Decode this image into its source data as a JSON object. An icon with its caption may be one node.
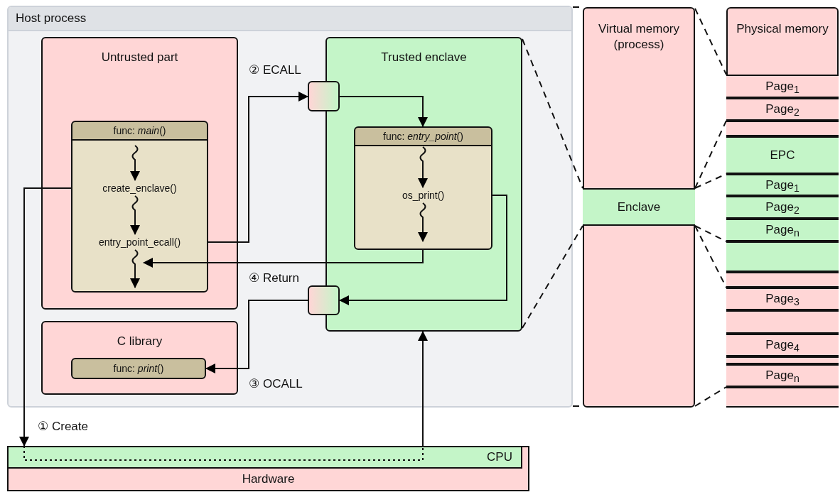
{
  "diagram": {
    "nodes": [
      {
        "text": [
          "Host process"
        ]
      },
      {
        "text": [
          "Untrusted part"
        ],
        "in": 0
      },
      {
        "text": [
          "func: *main*()"
        ],
        "in": 1
      },
      {
        "text": [
          "create_enclave()"
        ],
        "in": 2
      },
      {
        "text": [
          "entry_point_ecall()"
        ],
        "in": 2
      },
      {
        "text": [
          "C library"
        ],
        "in": 0
      },
      {
        "text": [
          "func: *print*()"
        ],
        "in": 5
      },
      {
        "text": [
          "Trusted enclave"
        ],
        "in": 0
      },
      {
        "text": [],
        "shape": "box",
        "in": 0
      },
      {
        "text": [
          "func: *entry_point*()"
        ],
        "in": 7
      },
      {
        "text": [
          "os_print()"
        ],
        "in": 9
      },
      {
        "text": [],
        "shape": "box",
        "in": 0
      },
      {
        "text": [
          "Hardware"
        ]
      },
      {
        "text": [
          "CPU"
        ],
        "in": 12
      },
      {
        "text": [
          "Virtual memory (process)"
        ]
      },
      {
        "text": [
          "Enclave"
        ],
        "in": 14
      },
      {
        "text": [
          "Physical memory"
        ]
      },
      {
        "text": [
          "Page$_{1}$"
        ],
        "in": 16
      },
      {
        "text": [
          "Page$_{2}$"
        ],
        "in": 16
      },
      {
        "text": [],
        "shape": "box",
        "in": 16
      },
      {
        "text": [
          "EPC"
        ],
        "in": 16
      },
      {
        "text": [
          "Page$_{1}$"
        ],
        "in": 16
      },
      {
        "text": [
          "Page$_{2}$"
        ],
        "in": 16
      },
      {
        "text": [
          "Page$_{n}$"
        ],
        "in": 16
      },
      {
        "text": [],
        "shape": "box",
        "in": 16
      },
      {
        "text": [],
        "shape": "box",
        "in": 16
      },
      {
        "text": [
          "Page$_{3}$"
        ],
        "in": 16
      },
      {
        "text": [],
        "shape": "box",
        "in": 16
      },
      {
        "text": [
          "Page$_{4}$"
        ],
        "in": 16
      },
      {
        "text": [],
        "shape": "box",
        "in": 16
      },
      {
        "text": [
          "Page$_{n}$"
        ],
        "in": 16
      },
      {
        "text": [],
        "shape": "box",
        "in": 16
      }
    ],
    "edges": [
      {
        "from": 3,
        "to": 13,
        "arrow": "to",
        "label": "① Create"
      },
      {
        "from": 4,
        "to": 8,
        "arrow": "to",
        "label": "② ECALL"
      },
      {
        "from": 8,
        "to": 9,
        "arrow": "to"
      },
      {
        "from": 10,
        "to": 11,
        "arrow": "to"
      },
      {
        "from": 11,
        "to": 6,
        "arrow": "to",
        "label": "③ OCALL"
      },
      {
        "from": 9,
        "to": 4,
        "arrow": "to",
        "label": "④ Return"
      },
      {
        "from": 13,
        "to": 7,
        "arrow": "to"
      },
      {
        "from": null,
        "to": 3,
        "arrow": "to"
      },
      {
        "from": 3,
        "to": 4,
        "arrow": "to"
      },
      {
        "from": 4,
        "to": null,
        "arrow": "to"
      },
      {
        "from": null,
        "to": 10,
        "arrow": "to"
      },
      {
        "from": 10,
        "to": null,
        "arrow": "to"
      },
      {
        "from": 0,
        "to": 14,
        "arrow": "none",
        "style": "dashed"
      },
      {
        "from": 0,
        "to": 14,
        "arrow": "none",
        "style": "dashed"
      },
      {
        "from": 7,
        "to": 15,
        "arrow": "none",
        "style": "dashed"
      },
      {
        "from": 7,
        "to": 15,
        "arrow": "none",
        "style": "dashed"
      },
      {
        "from": 14,
        "to": 17,
        "arrow": "none",
        "style": "dashed"
      },
      {
        "from": 14,
        "to": 31,
        "arrow": "none",
        "style": "dashed"
      },
      {
        "from": 15,
        "to": 19,
        "arrow": "none",
        "style": "dashed"
      },
      {
        "from": 15,
        "to": 21,
        "arrow": "none",
        "style": "dashed"
      },
      {
        "from": 15,
        "to": 24,
        "arrow": "none",
        "style": "dashed"
      },
      {
        "from": 15,
        "to": 26,
        "arrow": "none",
        "style": "dashed"
      }
    ]
  }
}
